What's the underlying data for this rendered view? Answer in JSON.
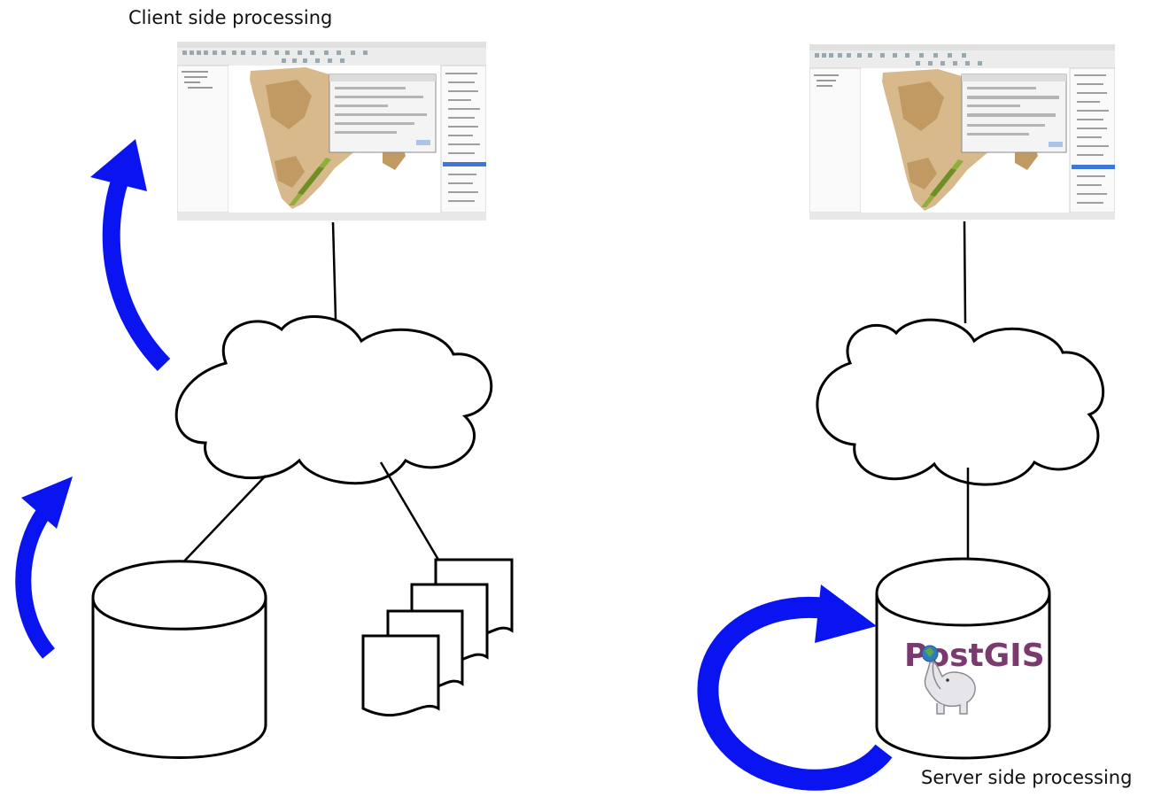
{
  "captions": {
    "client": "Client side processing",
    "server": "Server side processing"
  },
  "logo": {
    "text": "PostGIS",
    "color": "#7a3a6e"
  },
  "colors": {
    "arrow": "#0a14f0",
    "stroke": "#000000",
    "map_land": "#d8b98c",
    "map_dark": "#c19a63",
    "map_corridor": "#8fae3a",
    "selection": "#3d78d8"
  },
  "icons": [
    "qgis-screenshot-icon",
    "cloud-icon",
    "database-icon",
    "documents-icon",
    "elephant-icon",
    "arrow-icon"
  ]
}
